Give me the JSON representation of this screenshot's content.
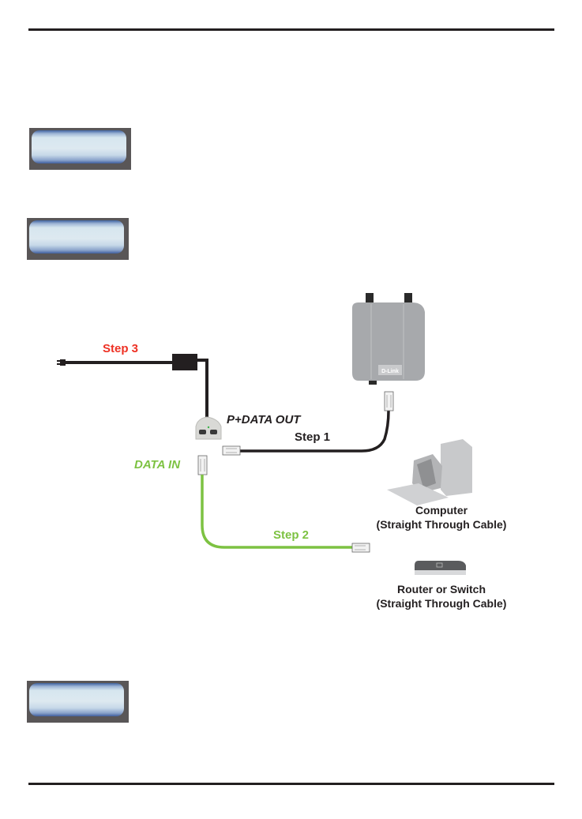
{
  "page": {
    "step_buttons": [
      {
        "label": ""
      },
      {
        "label": ""
      },
      {
        "label": ""
      }
    ]
  },
  "diagram": {
    "labels": {
      "step3": "Step 3",
      "step1": "Step 1",
      "step2": "Step 2",
      "p_data_out": "P+DATA OUT",
      "data_in": "DATA IN",
      "computer": "Computer",
      "computer_cable": "(Straight Through Cable)",
      "router": "Router or Switch",
      "router_cable": "(Straight Through Cable)",
      "brand": "D-Link"
    },
    "colors": {
      "step3": "#ee3124",
      "green_cable": "#7dc242",
      "black_cable": "#231f20",
      "device_gray": "#a7a9ac"
    }
  }
}
